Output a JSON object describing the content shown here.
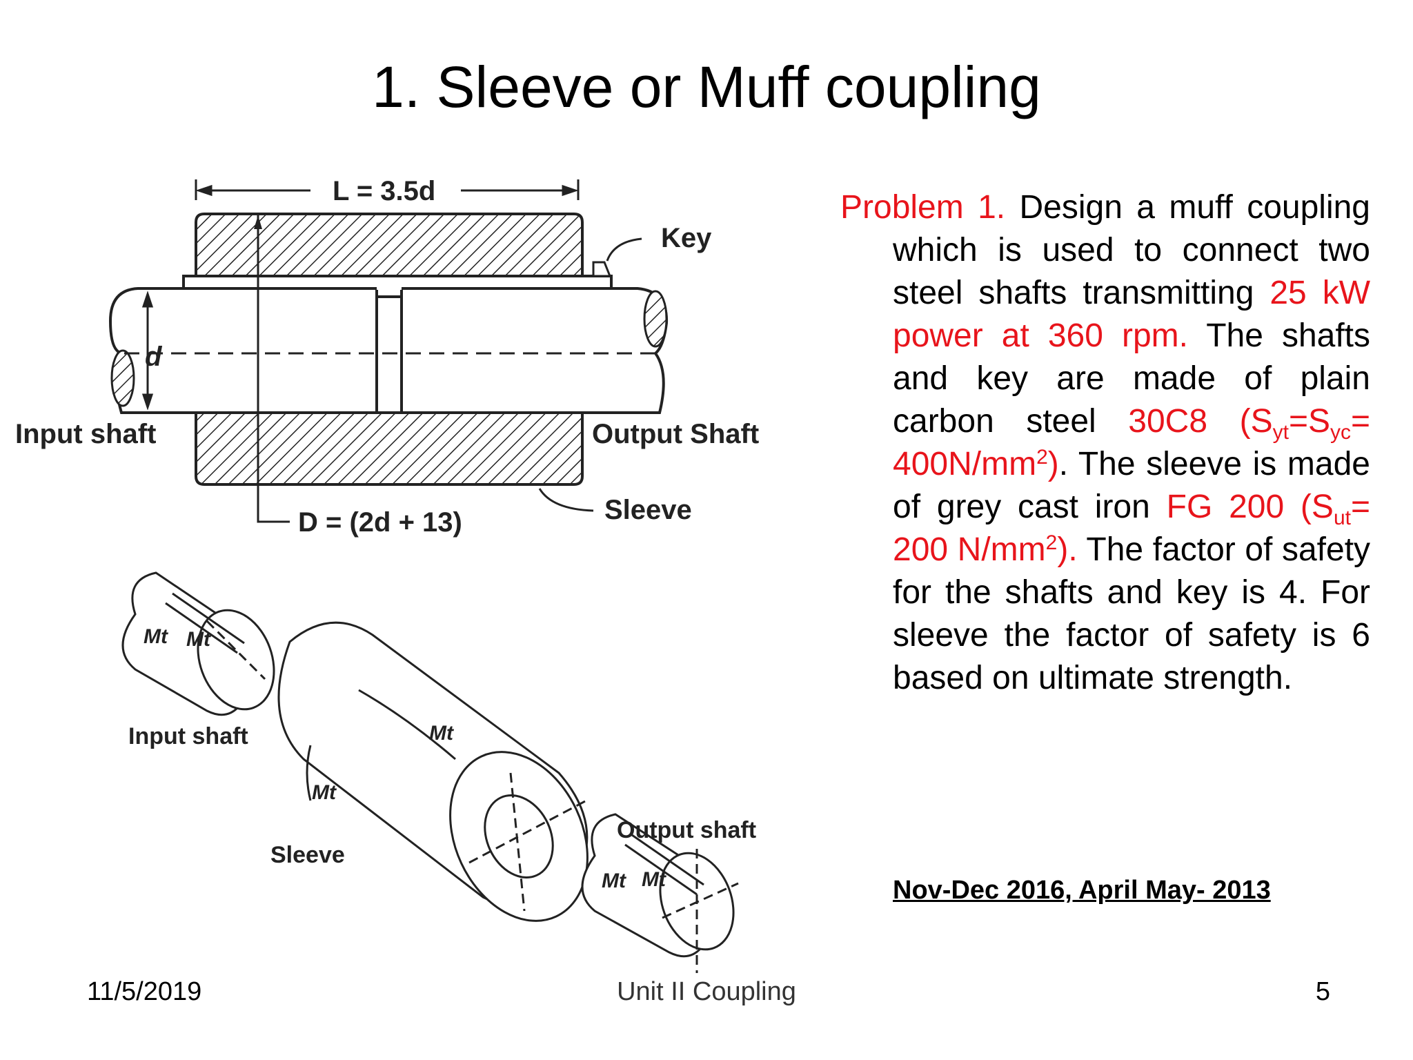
{
  "slide": {
    "title": "1. Sleeve or Muff coupling",
    "problem": {
      "label": "Problem 1.",
      "t1": "Design a muff coupling which is used to connect two steel shafts transmitting",
      "power": "25 kW power at 360 rpm.",
      "t2": "The shafts and key are made of plain carbon steel",
      "steel_grade": "30C8 (S",
      "sub_yt": "yt",
      "eq_syc": "=S",
      "sub_yc": "yc",
      "steel_value": "= 400N/mm",
      "sup_2a": "2",
      "close_paren_a": ")",
      "t3": ". The sleeve is made of grey cast iron",
      "iron_grade": "FG 200 (S",
      "sub_ut": "ut",
      "iron_value": "= 200 N/mm",
      "sup_2b": "2",
      "close_paren_b": ").",
      "t4": "The factor of safety for the shafts and key is 4. For sleeve the factor of safety is 6 based on ultimate strength."
    },
    "reference": "Nov-Dec 2016, April May- 2013"
  },
  "diagram": {
    "length_label": "L = 3.5d",
    "key_label": "Key",
    "d_label": "d",
    "input_shaft_label": "Input shaft",
    "output_shaft_label": "Output Shaft",
    "sleeve_label": "Sleeve",
    "diameter_label": "D = (2d + 13)",
    "iso_input_shaft": "Input shaft",
    "iso_output_shaft": "Output shaft",
    "iso_sleeve": "Sleeve",
    "torque_label": "Mt"
  },
  "footer": {
    "date": "11/5/2019",
    "unit": "Unit II Coupling",
    "page": "5"
  }
}
